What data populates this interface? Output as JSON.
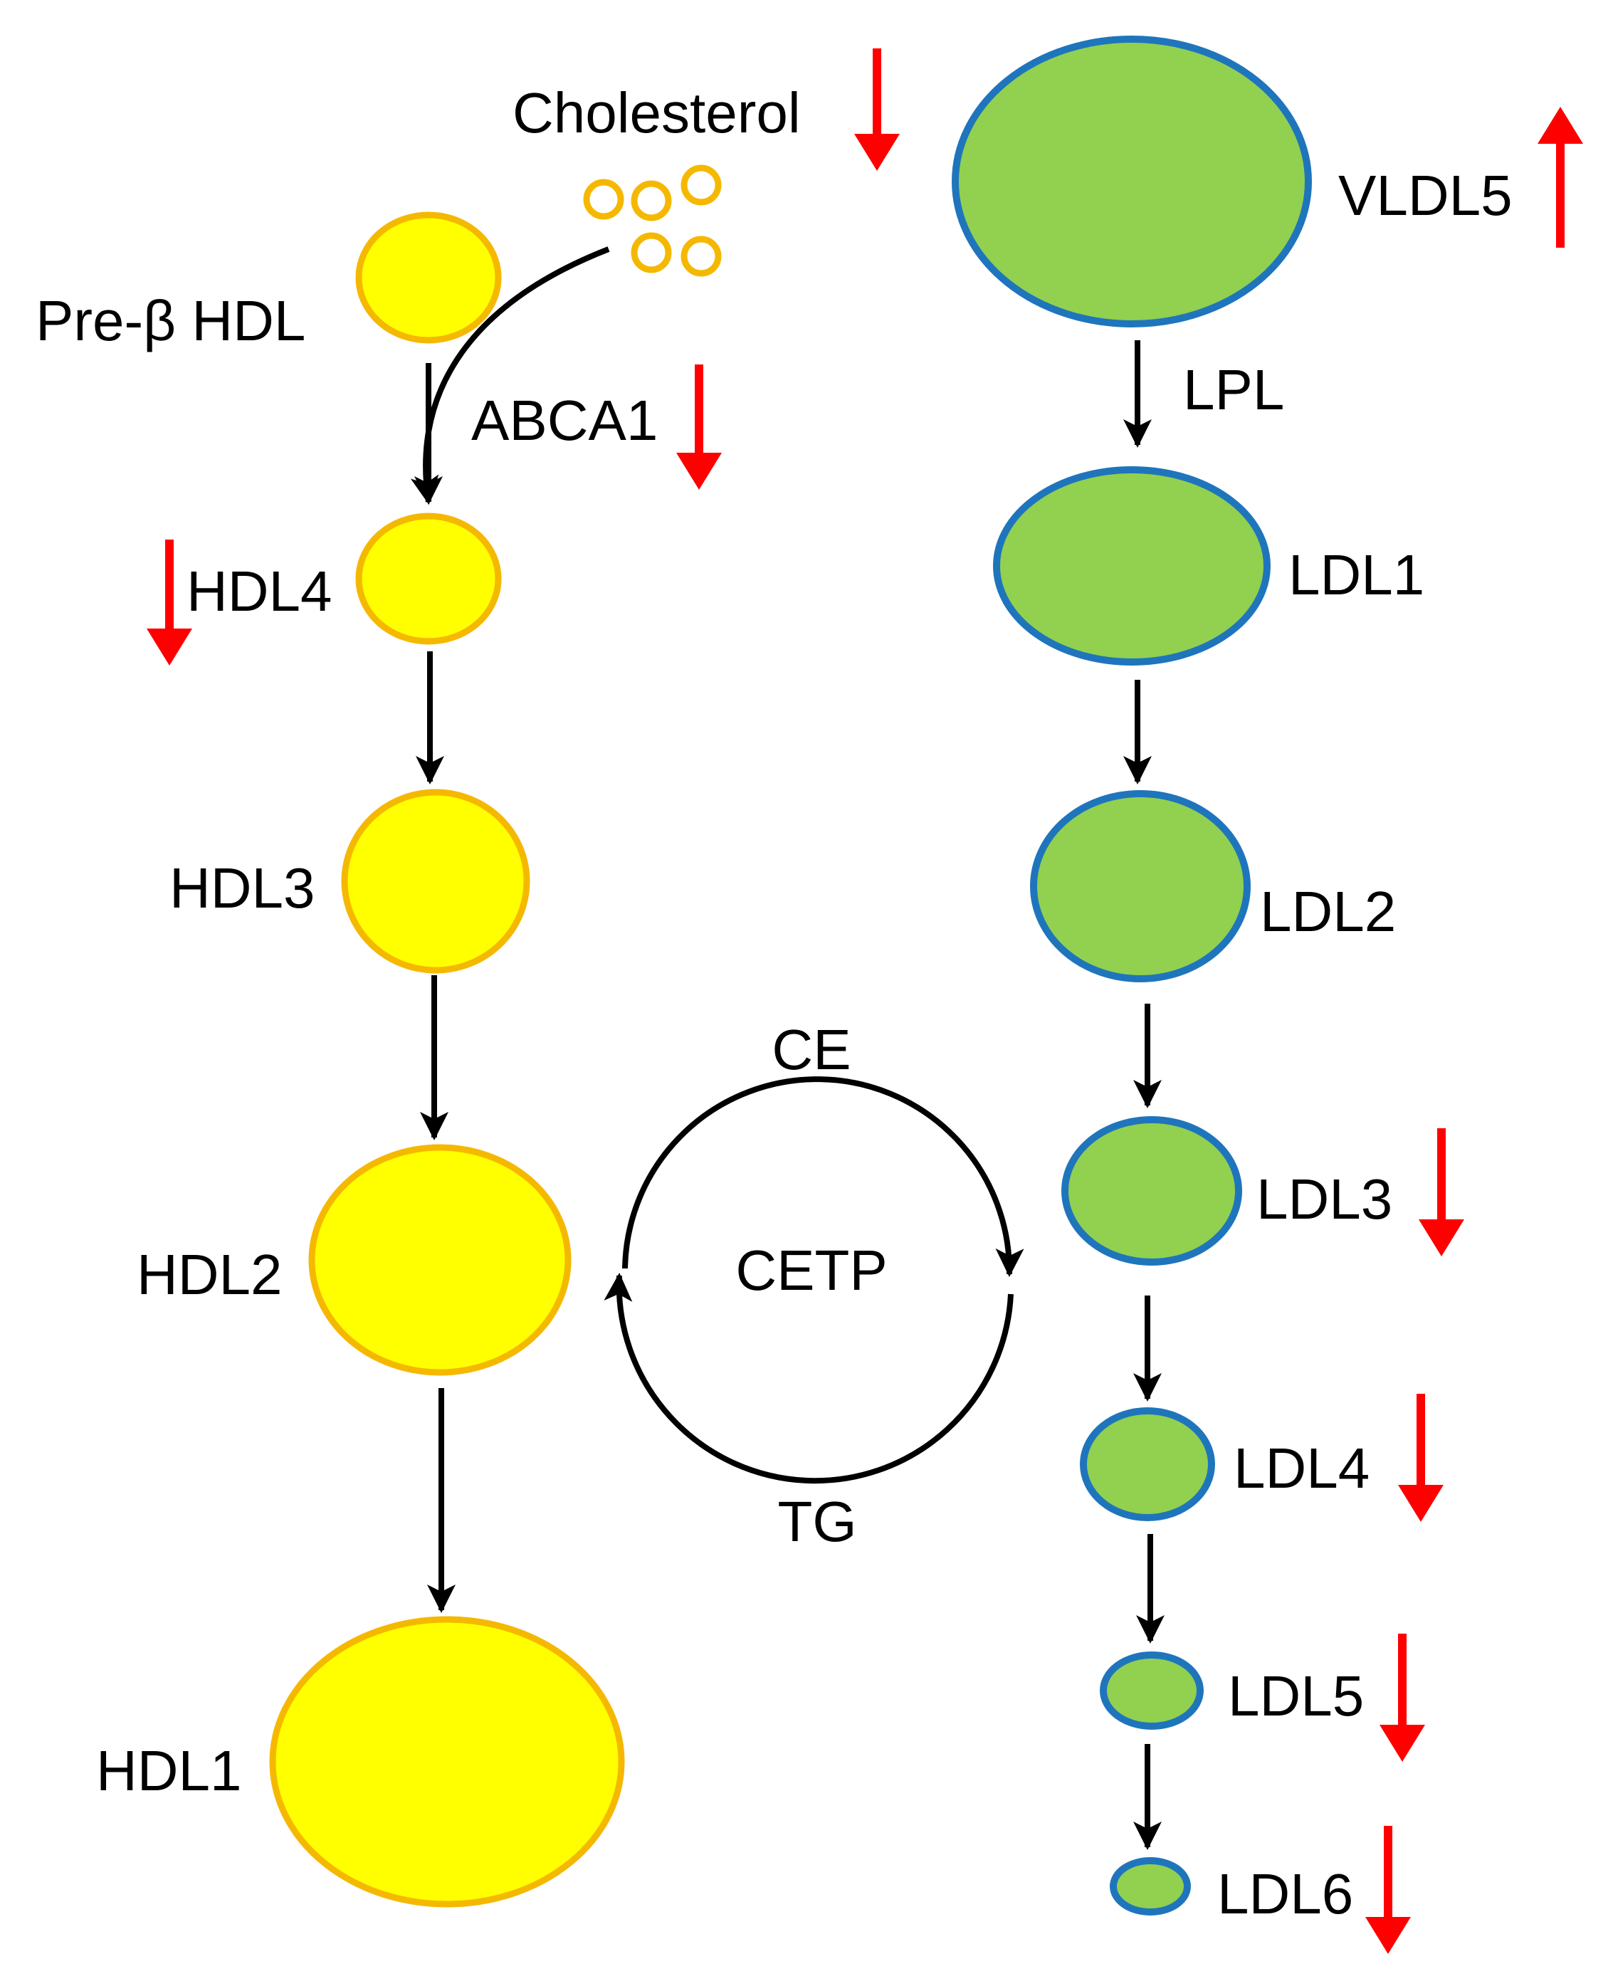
{
  "labels": {
    "cholesterol": "Cholesterol",
    "pre_beta_hdl": "Pre-β HDL",
    "abca1": "ABCA1",
    "hdl4": "HDL4",
    "hdl3": "HDL3",
    "hdl2": "HDL2",
    "hdl1": "HDL1",
    "vldl5": "VLDL5",
    "lpl": "LPL",
    "ldl1": "LDL1",
    "ldl2": "LDL2",
    "ldl3": "LDL3",
    "ldl4": "LDL4",
    "ldl5": "LDL5",
    "ldl6": "LDL6",
    "ce": "CE",
    "cetp": "CETP",
    "tg": "TG"
  },
  "changes": {
    "cholesterol": "down",
    "abca1": "down",
    "hdl4": "down",
    "vldl5": "up",
    "ldl3": "down",
    "ldl4": "down",
    "ldl5": "down",
    "ldl6": "down"
  },
  "colors": {
    "hdl_fill": "#FFFF00",
    "hdl_stroke": "#F5B800",
    "ldl_fill": "#92D050",
    "ldl_stroke": "#1F75BC",
    "cholesterol_ring": "#F5B800",
    "change_arrow": "#FF0000",
    "flow_arrow": "#000000"
  }
}
